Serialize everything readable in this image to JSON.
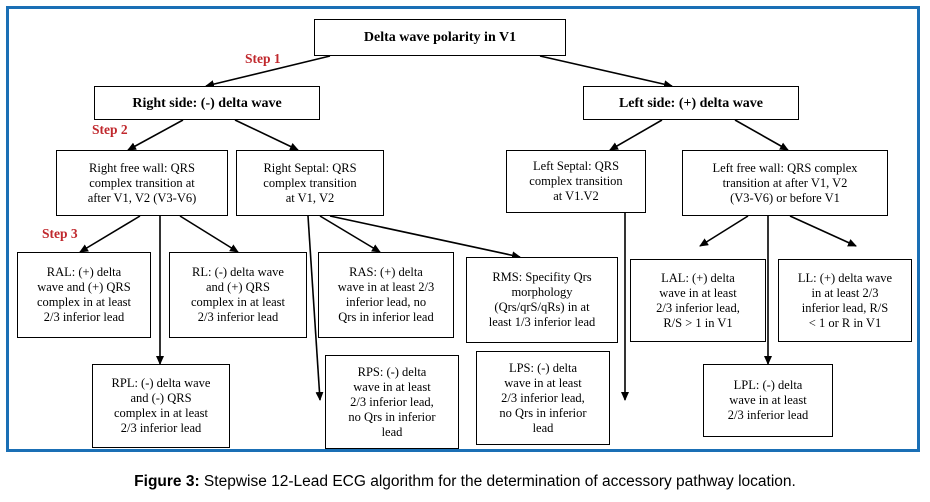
{
  "title": "Delta wave polarity in V1",
  "steps": {
    "step1": "Step 1",
    "step2": "Step 2",
    "step3": "Step 3"
  },
  "nodes": {
    "right_side": "Right side: (-) delta wave",
    "left_side": "Left side: (+) delta wave",
    "right_free_wall": "Right free wall: QRS\ncomplex transition at\nafter V1, V2 (V3-V6)",
    "right_septal": "Right Septal: QRS\ncomplex transition\nat V1, V2",
    "left_septal": "Left Septal: QRS\ncomplex transition\nat V1.V2",
    "left_free_wall": "Left free wall: QRS complex\ntransition at after V1, V2\n(V3-V6) or before V1",
    "ral": "RAL: (+) delta\nwave and (+) QRS\ncomplex in at least\n2/3 inferior lead",
    "rl": "RL: (-) delta wave\nand (+) QRS\ncomplex in at least\n2/3 inferior lead",
    "ras": "RAS: (+) delta\nwave in at least 2/3\ninferior lead, no\nQrs in inferior lead",
    "rms": "RMS: Specifity Qrs\nmorphology\n(Qrs/qrS/qRs) in at\nleast 1/3 inferior lead",
    "lal": "LAL: (+) delta\nwave in at least\n2/3 inferior lead,\nR/S > 1 in V1",
    "ll": "LL: (+) delta wave\nin at least 2/3\ninferior lead, R/S\n< 1 or R in V1",
    "rpl": "RPL: (-) delta wave\nand (-) QRS\ncomplex in at least\n2/3 inferior lead",
    "rps": "RPS: (-) delta\nwave in at least\n2/3 inferior lead,\nno Qrs in inferior\nlead",
    "lps": "LPS: (-) delta\nwave in at least\n2/3 inferior lead,\nno Qrs in inferior\nlead",
    "lpl": "LPL: (-) delta\nwave in at least\n2/3 inferior lead"
  },
  "caption": {
    "label": "Figure 3:",
    "text": " Stepwise 12-Lead ECG algorithm for the determination of accessory pathway location."
  },
  "colors": {
    "frame": "#1a6fb5",
    "step": "#c0282d"
  }
}
